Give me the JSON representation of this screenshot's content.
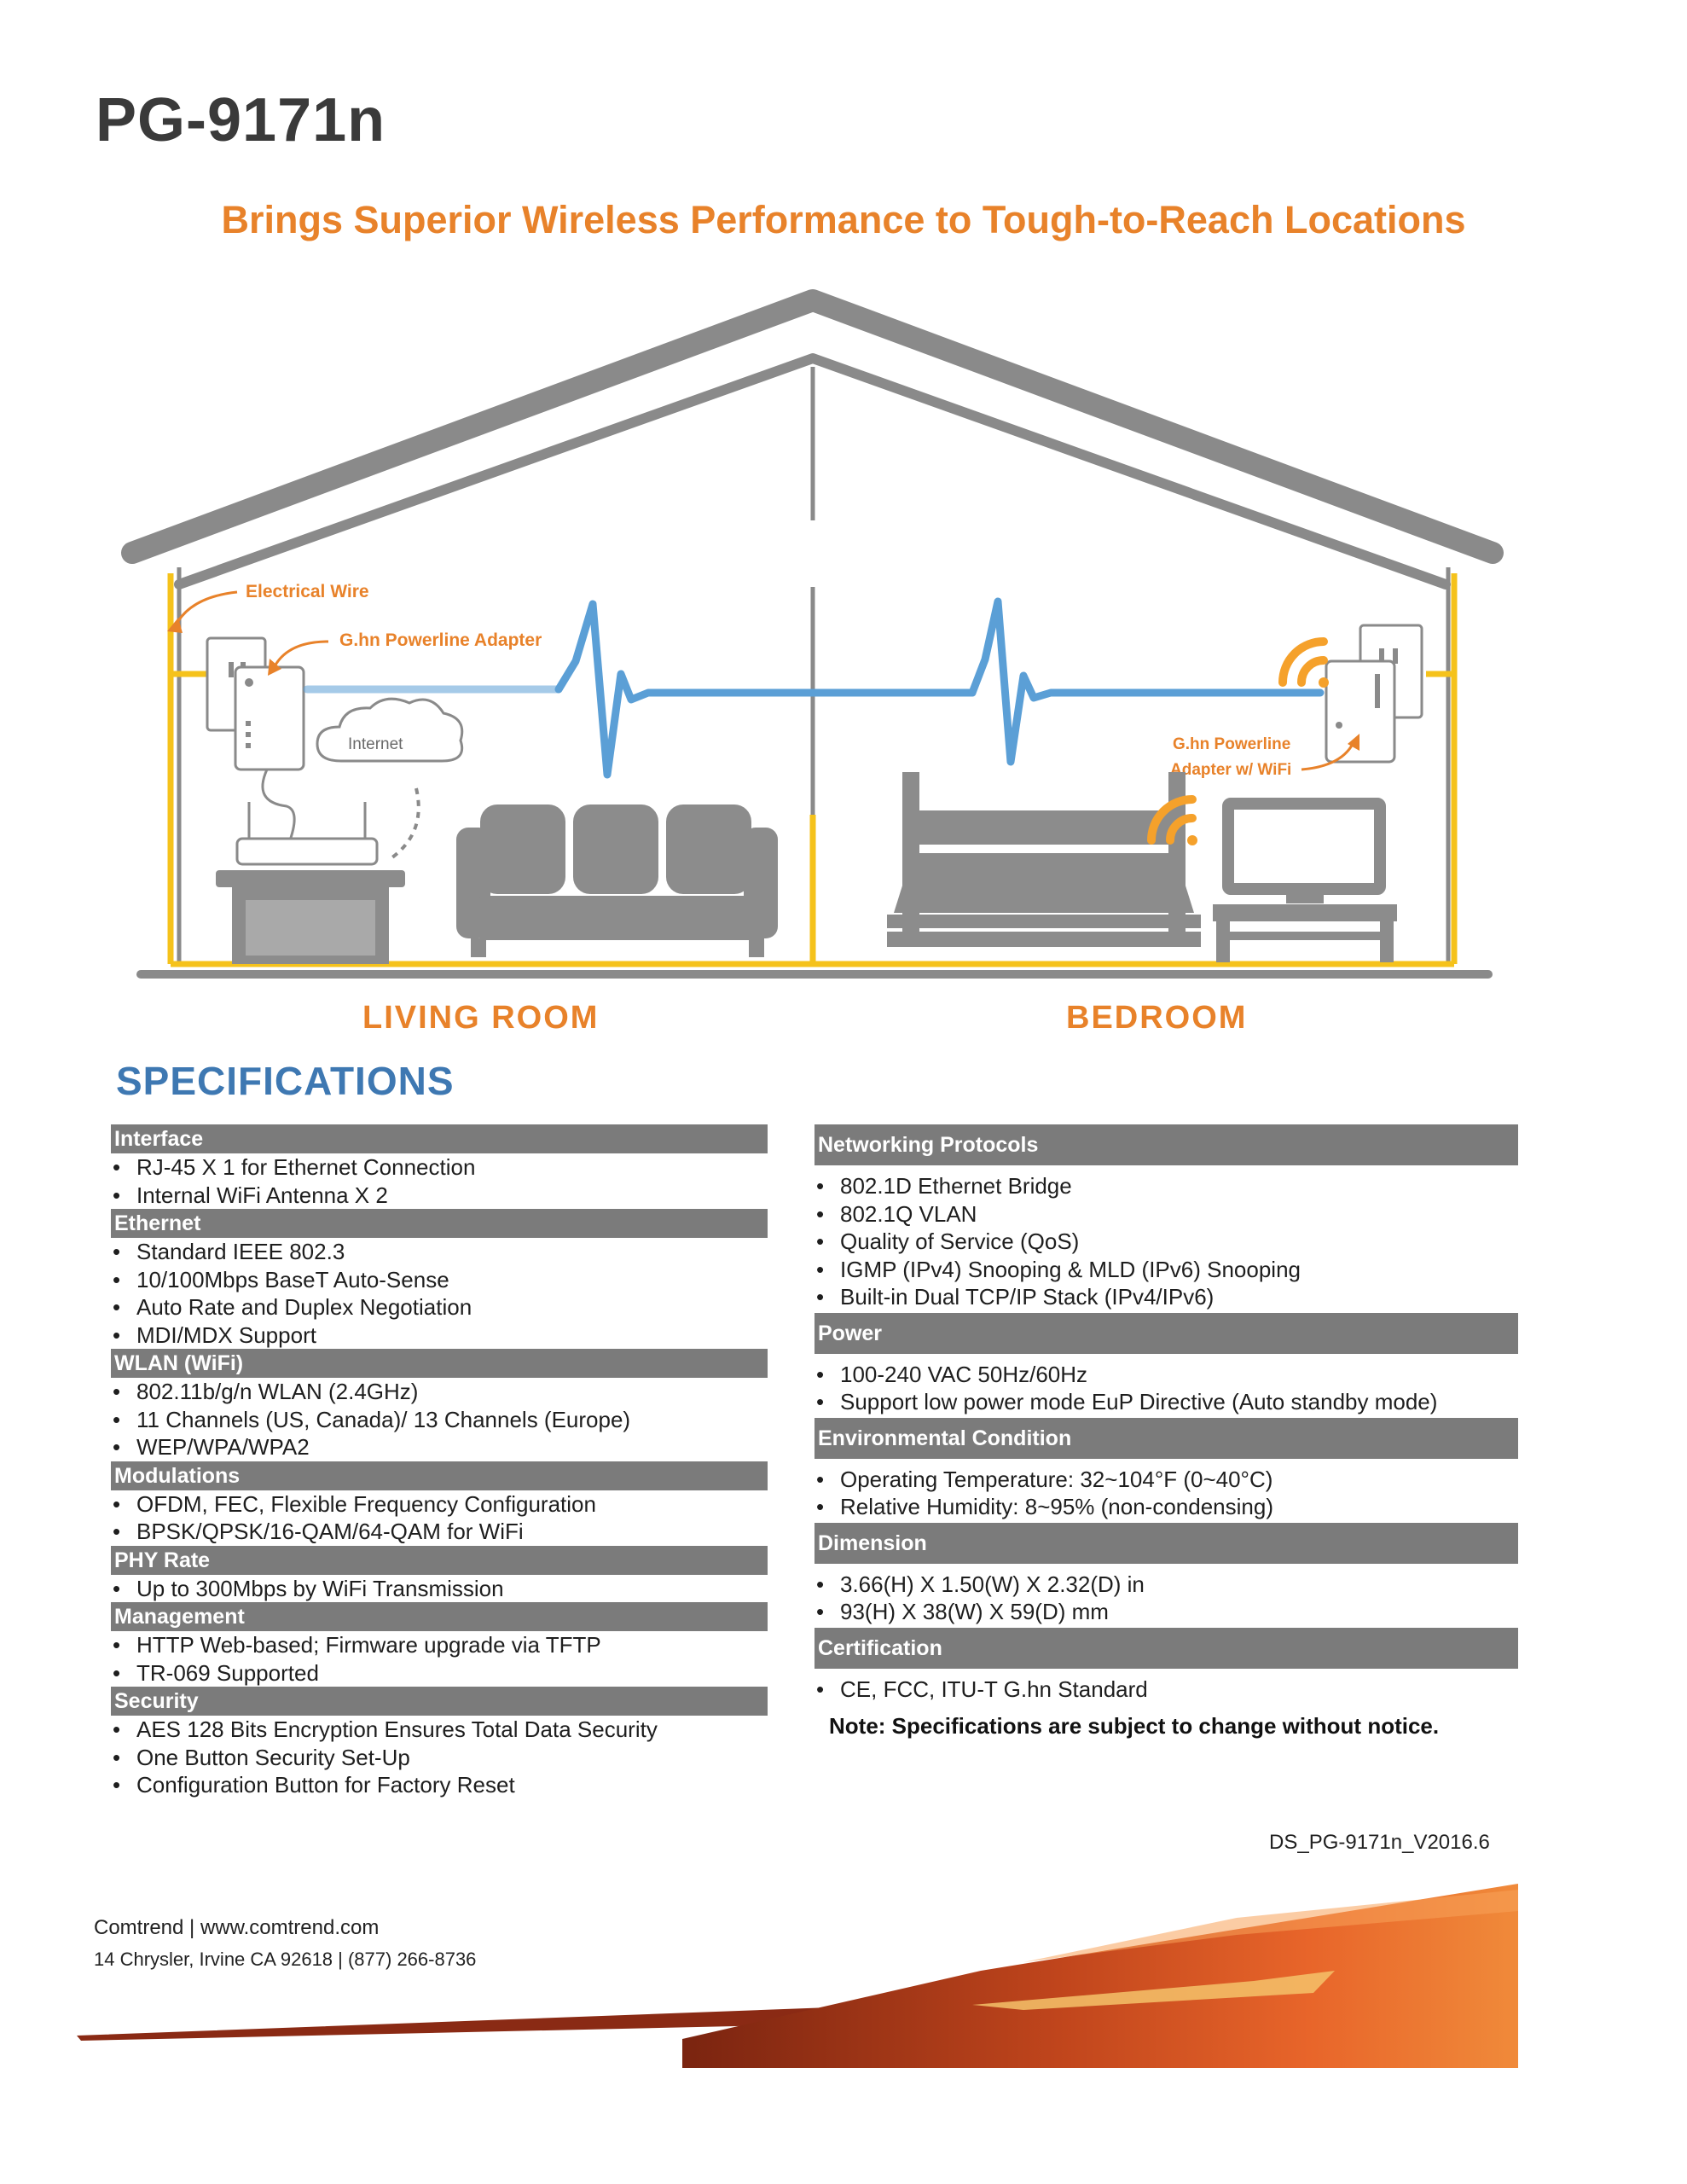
{
  "product_title": "PG-9171n",
  "tagline": "Brings Superior Wireless Performance to Tough-to-Reach Locations",
  "illustration": {
    "labels": {
      "electrical_wire": "Electrical Wire",
      "powerline_adapter": "G.hn Powerline Adapter",
      "internet": "Internet",
      "adapter_wifi_line1": "G.hn Powerline",
      "adapter_wifi_line2": "Adapter w/ WiFi",
      "living_room": "LIVING ROOM",
      "bedroom": "BEDROOM"
    },
    "colors": {
      "house": "#8a8a8a",
      "wire": "#f5c21b",
      "signal": "#5b9fd6",
      "accent": "#e8822a",
      "furniture": "#8c8c8c"
    }
  },
  "specs_heading": "SPECIFICATIONS",
  "specs_left": [
    {
      "title": "Interface",
      "items": [
        "RJ-45 X 1 for Ethernet Connection",
        "Internal WiFi Antenna X 2"
      ]
    },
    {
      "title": "Ethernet",
      "items": [
        "Standard IEEE 802.3",
        "10/100Mbps BaseT Auto-Sense",
        "Auto Rate and Duplex Negotiation",
        "MDI/MDX Support"
      ]
    },
    {
      "title": "WLAN (WiFi)",
      "items": [
        "802.11b/g/n WLAN (2.4GHz)",
        "11 Channels (US, Canada)/ 13 Channels (Europe)",
        "WEP/WPA/WPA2"
      ]
    },
    {
      "title": "Modulations",
      "items": [
        "OFDM, FEC, Flexible Frequency Configuration",
        "BPSK/QPSK/16-QAM/64-QAM for WiFi"
      ]
    },
    {
      "title": "PHY Rate",
      "items": [
        "Up to 300Mbps by WiFi Transmission"
      ]
    },
    {
      "title": "Management",
      "items": [
        "HTTP Web-based; Firmware upgrade via TFTP",
        "TR-069 Supported"
      ]
    },
    {
      "title": "Security",
      "items": [
        "AES 128 Bits Encryption Ensures Total Data Security",
        "One Button Security Set-Up",
        "Configuration Button for Factory Reset"
      ]
    }
  ],
  "specs_right": [
    {
      "title": "Networking Protocols",
      "items": [
        "802.1D Ethernet Bridge",
        "802.1Q VLAN",
        "Quality of Service (QoS)",
        "IGMP (IPv4) Snooping & MLD (IPv6) Snooping",
        "Built-in Dual TCP/IP Stack (IPv4/IPv6)"
      ]
    },
    {
      "title": "Power",
      "items": [
        "100-240 VAC 50Hz/60Hz",
        "Support low power mode EuP Directive (Auto standby mode)"
      ]
    },
    {
      "title": "Environmental Condition",
      "items": [
        "Operating Temperature: 32~104°F (0~40°C)",
        "Relative Humidity: 8~95% (non-condensing)"
      ]
    },
    {
      "title": "Dimension",
      "items": [
        "3.66(H) X 1.50(W) X 2.32(D) in",
        "93(H) X 38(W) X 59(D) mm"
      ]
    },
    {
      "title": "Certification",
      "items": [
        "CE, FCC, ITU-T G.hn Standard"
      ]
    }
  ],
  "note": "Note: Specifications are subject to change without notice.",
  "doc_code": "DS_PG-9171n_V2016.6",
  "footer": {
    "line1": "Comtrend | www.comtrend.com",
    "line2": "14 Chrysler, Irvine CA 92618 | (877) 266-8736"
  }
}
